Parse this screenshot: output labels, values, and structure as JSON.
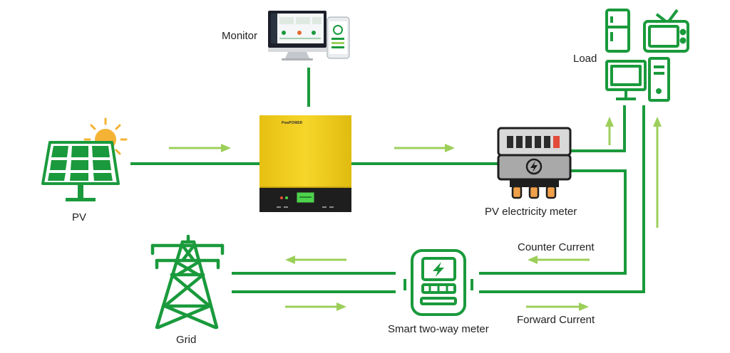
{
  "labels": {
    "monitor": "Monitor",
    "load": "Load",
    "pv": "PV",
    "pv_meter": "PV electricity meter",
    "counter_current": "Counter Current",
    "forward_current": "Forward Current",
    "grid": "Grid",
    "smart_meter": "Smart two-way meter"
  },
  "inverter": {
    "brand": "PowPOWER"
  },
  "colors": {
    "line_green": "#1a9a3c",
    "arrow_green": "#9ccf5a",
    "inverter_yellow": "#f2cf1d",
    "meter_gray": "#a9a9a9",
    "meter_orange": "#f0a04a",
    "sun_orange": "#f5b335",
    "icon_names": [
      "monitor-icon",
      "fridge-icon",
      "tv-icon",
      "computer-icon",
      "solar-panel-icon",
      "sun-icon",
      "inverter-icon",
      "pv-meter-icon",
      "smart-meter-icon",
      "transmission-tower-icon"
    ]
  }
}
